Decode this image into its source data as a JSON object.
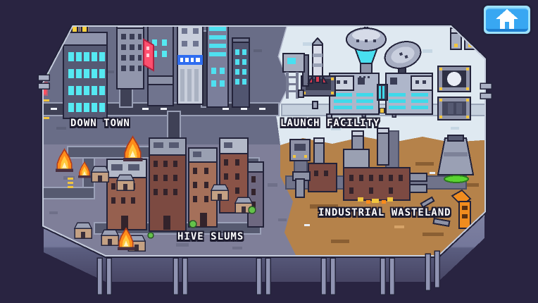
{
  "screen": {
    "name": "world-map",
    "background_color": "#292441"
  },
  "map": {
    "regions": [
      {
        "id": "down-town",
        "label": "DOWN TOWN"
      },
      {
        "id": "launch-facility",
        "label": "LAUNCH FACILITY"
      },
      {
        "id": "hive-slums",
        "label": "HIVE SLUMS"
      },
      {
        "id": "industrial-wasteland",
        "label": "INDUSTRIAL WASTELAND"
      }
    ],
    "colors": {
      "downtown_ground": "#696d87",
      "launch_ground": "#dfe9f1",
      "slums_ground": "#7f7f99",
      "wasteland_ground": "#b5824a",
      "window_cyan": "#4fe0f0",
      "fire_orange": "#ff8c1a",
      "toxic_green": "#5ad431",
      "crane_orange": "#f08c1e",
      "label_text": "#ffffff"
    }
  },
  "toolbar": {
    "home_button": {
      "icon": "home-icon",
      "color": "#38a7f2"
    }
  }
}
